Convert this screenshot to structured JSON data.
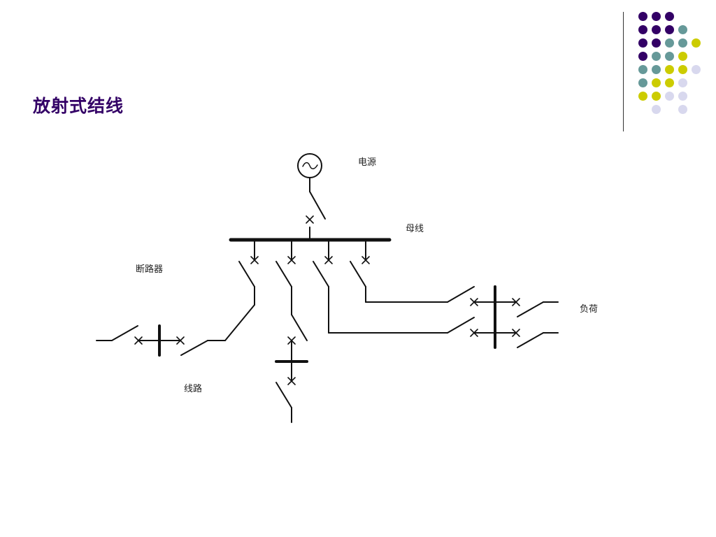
{
  "slide": {
    "title": "放射式结线"
  },
  "decoration": {
    "colors": {
      "purple": "#330066",
      "teal": "#669999",
      "yellow": "#cccc00",
      "lavender": "#d8d8ee"
    },
    "dot_rows": [
      [
        "purple",
        "purple",
        "purple",
        "",
        ""
      ],
      [
        "purple",
        "purple",
        "purple",
        "teal",
        ""
      ],
      [
        "purple",
        "purple",
        "teal",
        "teal",
        "yellow"
      ],
      [
        "purple",
        "teal",
        "teal",
        "yellow",
        ""
      ],
      [
        "teal",
        "teal",
        "yellow",
        "yellow",
        "lavender"
      ],
      [
        "teal",
        "yellow",
        "yellow",
        "lavender",
        ""
      ],
      [
        "yellow",
        "yellow",
        "lavender",
        "lavender",
        ""
      ],
      [
        "",
        "lavender",
        "",
        "lavender",
        ""
      ]
    ]
  },
  "diagram": {
    "labels": {
      "power_source": "电源",
      "busbar": "母线",
      "breaker": "断路器",
      "load": "负荷",
      "line": "线路"
    },
    "stroke_color": "#111111"
  }
}
